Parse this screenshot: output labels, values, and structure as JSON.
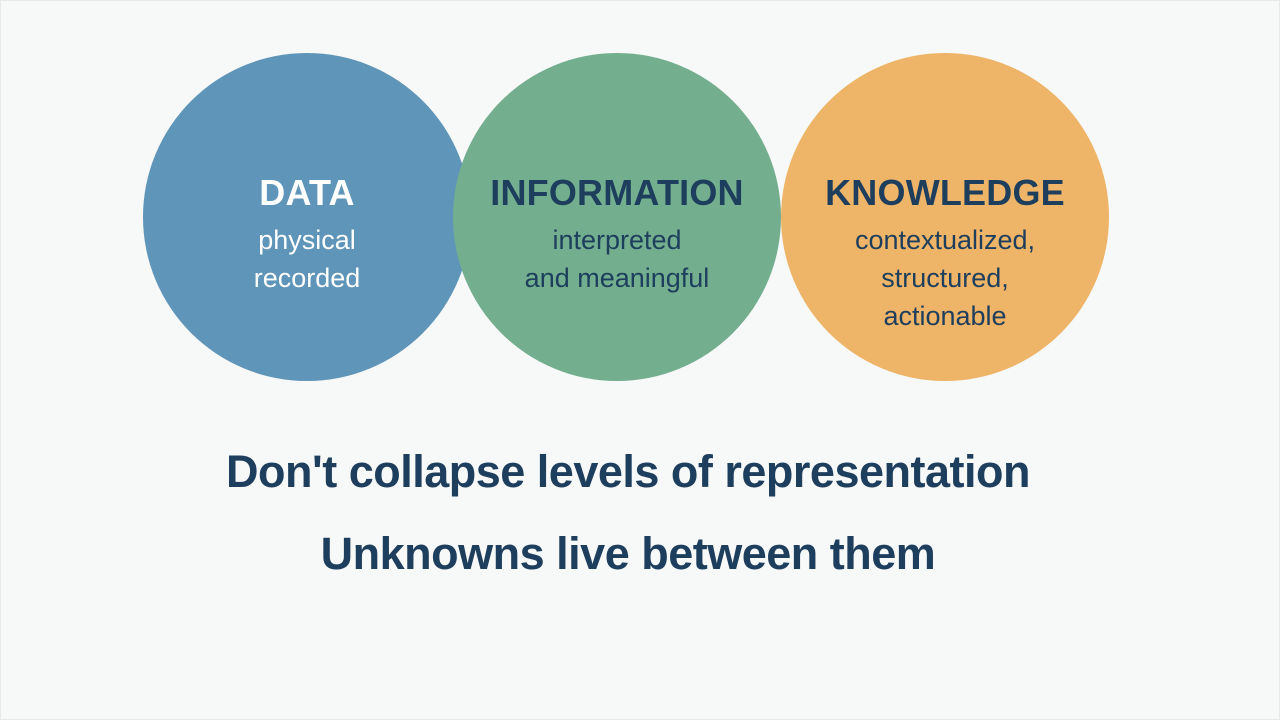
{
  "background_color": "#f7f8f8",
  "accent_text_color": "#1d3e5c",
  "circles": [
    {
      "id": "data",
      "title": "DATA",
      "lines": [
        "physical",
        "recorded"
      ],
      "fill": "#5e95b9",
      "text_color": "#ffffff"
    },
    {
      "id": "information",
      "title": "INFORMATION",
      "lines": [
        "interpreted",
        "and meaningful"
      ],
      "fill": "#73ae8e",
      "text_color": "#1d3e5c"
    },
    {
      "id": "knowledge",
      "title": "KNOWLEDGE",
      "lines": [
        "contextualized,",
        "structured,",
        "actionable"
      ],
      "fill": "#eeb467",
      "text_color": "#1d3e5c"
    }
  ],
  "caption": {
    "line1": "Don't collapse levels of representation",
    "line2": "Unknowns live between them"
  }
}
